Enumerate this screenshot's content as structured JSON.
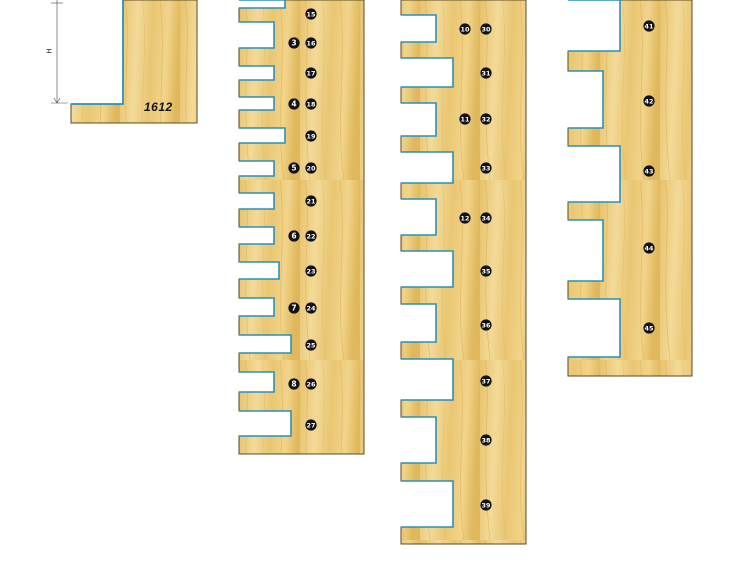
{
  "board_label": "1612",
  "dimension_label": "H",
  "colors": {
    "wood_light": "#f2d890",
    "wood_mid": "#e6bf63",
    "wood_dark": "#c9963a",
    "slot_edge": "#2a8fb8",
    "outline": "#5a4a2a",
    "marker_fill": "#111111",
    "marker_text": "#ffffff"
  },
  "template_b": {
    "left_markers": [
      "3",
      "4",
      "5",
      "6",
      "7",
      "8"
    ],
    "right_markers": [
      "15",
      "16",
      "17",
      "18",
      "19",
      "20",
      "21",
      "22",
      "23",
      "24",
      "25",
      "26",
      "27"
    ]
  },
  "template_c": {
    "left_markers": [
      "10",
      "11",
      "12"
    ],
    "right_markers": [
      "30",
      "31",
      "32",
      "33",
      "34",
      "35",
      "36",
      "37",
      "38",
      "39"
    ]
  },
  "template_d": {
    "markers": [
      "41",
      "42",
      "43",
      "44",
      "45"
    ]
  }
}
